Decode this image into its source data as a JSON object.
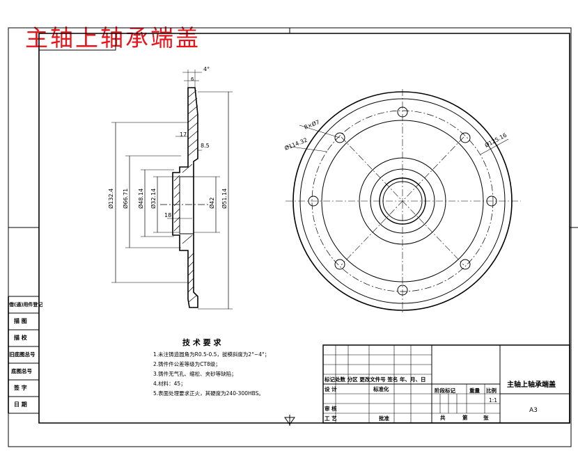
{
  "title_banner": "主轴上轴承端盖",
  "section_view": {
    "dims": {
      "angle": "4°",
      "thick_top": "6",
      "step_17": "17",
      "gap_8_5": "8.5",
      "length_18": "18",
      "d_outer": "Ø132.4",
      "d_66": "Ø66.71",
      "d_48": "Ø48.14",
      "d_32": "Ø32.14",
      "d_42": "Ø42",
      "d_51": "Ø51.14"
    }
  },
  "front_view": {
    "dims": {
      "holes": "8×Ø7",
      "d_pcd": "Ø114.32",
      "d_125": "Ø125.16"
    }
  },
  "tech_req": {
    "heading": "技 术 要 求",
    "items": [
      "1.未注铸造圆角为R0.5-0.5，拔模斜度为2°~4°；",
      "2.铸件件公差等级为CT8级；",
      "3.铸件无气孔、缩松、夹砂等缺陷；",
      "4.材料：45；",
      "5.表面处理要求正火，其硬度为240-300HBS。"
    ]
  },
  "left_strip": [
    "借(通)用件登记",
    "描 图",
    "描 校",
    "旧底图总号",
    "底图总号",
    "签 字",
    "日 期"
  ],
  "title_block": {
    "part_name": "主轴上轴承端盖",
    "row_labels": "标记处数 分区 更改文件号 签名 年、月、日",
    "design": "设 计",
    "standardize": "标准化",
    "review": "审 核",
    "process": "工 艺",
    "approve": "批准",
    "stage_mark": "阶段标记",
    "weight": "重量",
    "scale_label": "比例",
    "scale": "1:1",
    "sheets_total": "共",
    "sheets_page": "第",
    "sheets_unit": "张",
    "format": "A3"
  }
}
